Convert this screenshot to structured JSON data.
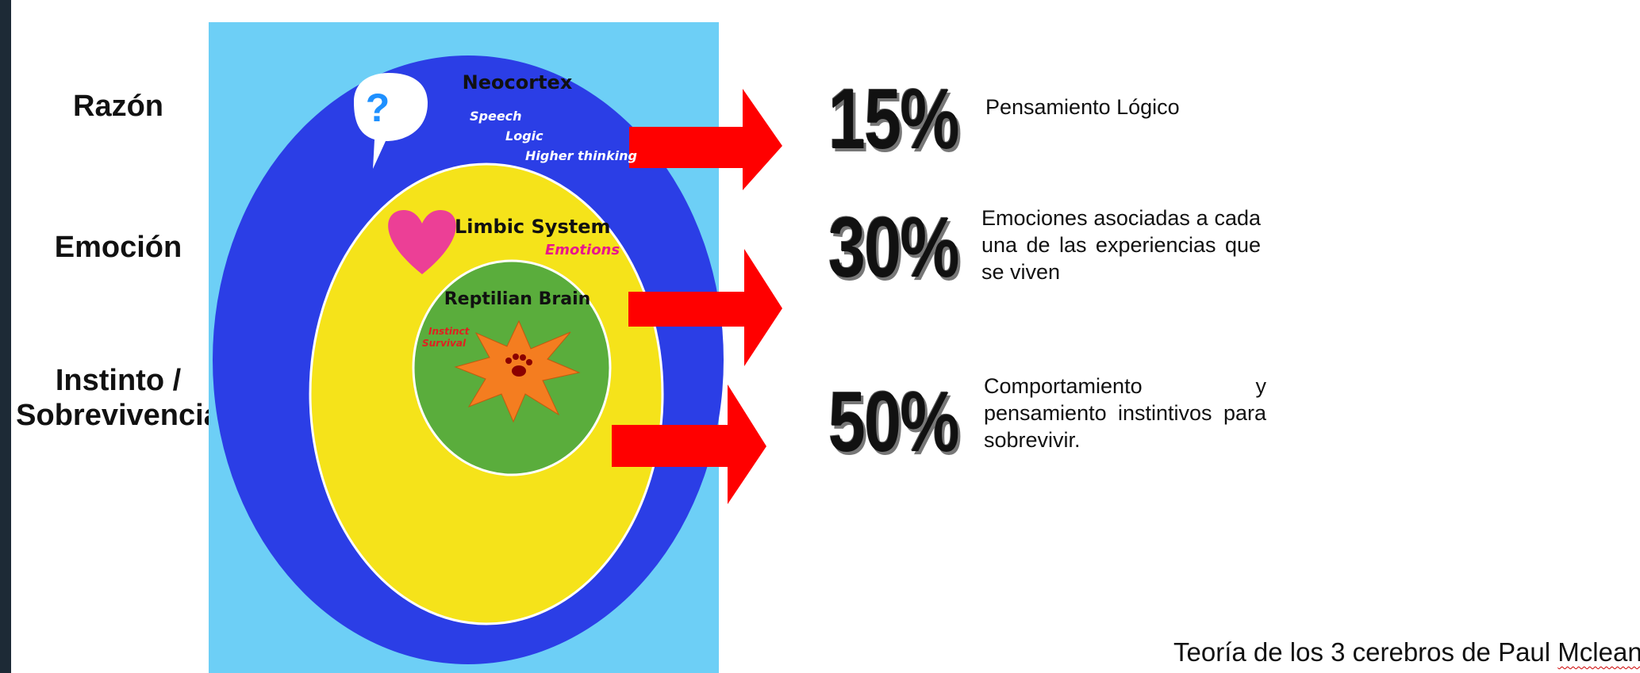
{
  "left_labels": {
    "reason": "Razón",
    "emotion": "Emoción",
    "instinct_line1": "Instinto /",
    "instinct_line2": "Sobrevivencia"
  },
  "brain": {
    "neocortex": {
      "title": "Neocortex",
      "items": [
        "Speech",
        "Logic",
        "Higher thinking"
      ],
      "icon": "question-speech-bubble-icon"
    },
    "limbic": {
      "title": "Limbic System",
      "subtitle": "Emotions",
      "icon": "heart-icon"
    },
    "reptilian": {
      "title": "Reptilian Brain",
      "items": [
        "Instinct",
        "Survival"
      ],
      "icon": "paw-starburst-icon"
    },
    "colors": {
      "background": "#6dcff6",
      "neocortex": "#2b3ee6",
      "limbic": "#f5e31a",
      "reptilian": "#5aad3c",
      "arrow": "#ff0000",
      "heart": "#ec3f96",
      "starburst": "#f47d20"
    }
  },
  "stats": [
    {
      "percent": "15%",
      "description": "Pensamiento Lógico"
    },
    {
      "percent": "30%",
      "description": "Emociones asociadas a cada una de las experiencias que se viven"
    },
    {
      "percent": "50%",
      "description": "Comportamiento y pensamiento instintivos para sobrevivir."
    }
  ],
  "caption": {
    "prefix": "Teoría de los 3 cerebros de Paul ",
    "name": "Mclean"
  }
}
